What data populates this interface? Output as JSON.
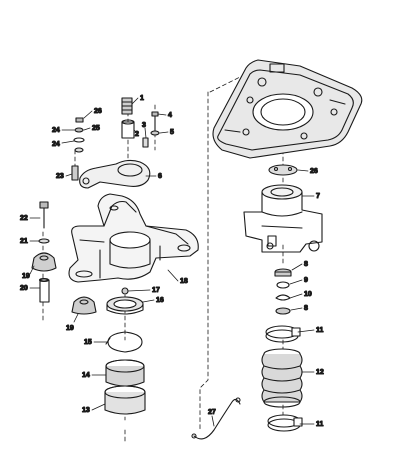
{
  "diagram": {
    "ink": "#1a1a1a",
    "paper": "#ffffff",
    "labels": [
      "1",
      "2",
      "3",
      "4",
      "5",
      "6",
      "7",
      "8",
      "9",
      "10",
      "8",
      "11",
      "12",
      "11",
      "13",
      "14",
      "15",
      "16",
      "17",
      "18",
      "19",
      "20",
      "19",
      "21",
      "22",
      "23",
      "24",
      "24",
      "25",
      "26",
      "26",
      "27"
    ]
  }
}
